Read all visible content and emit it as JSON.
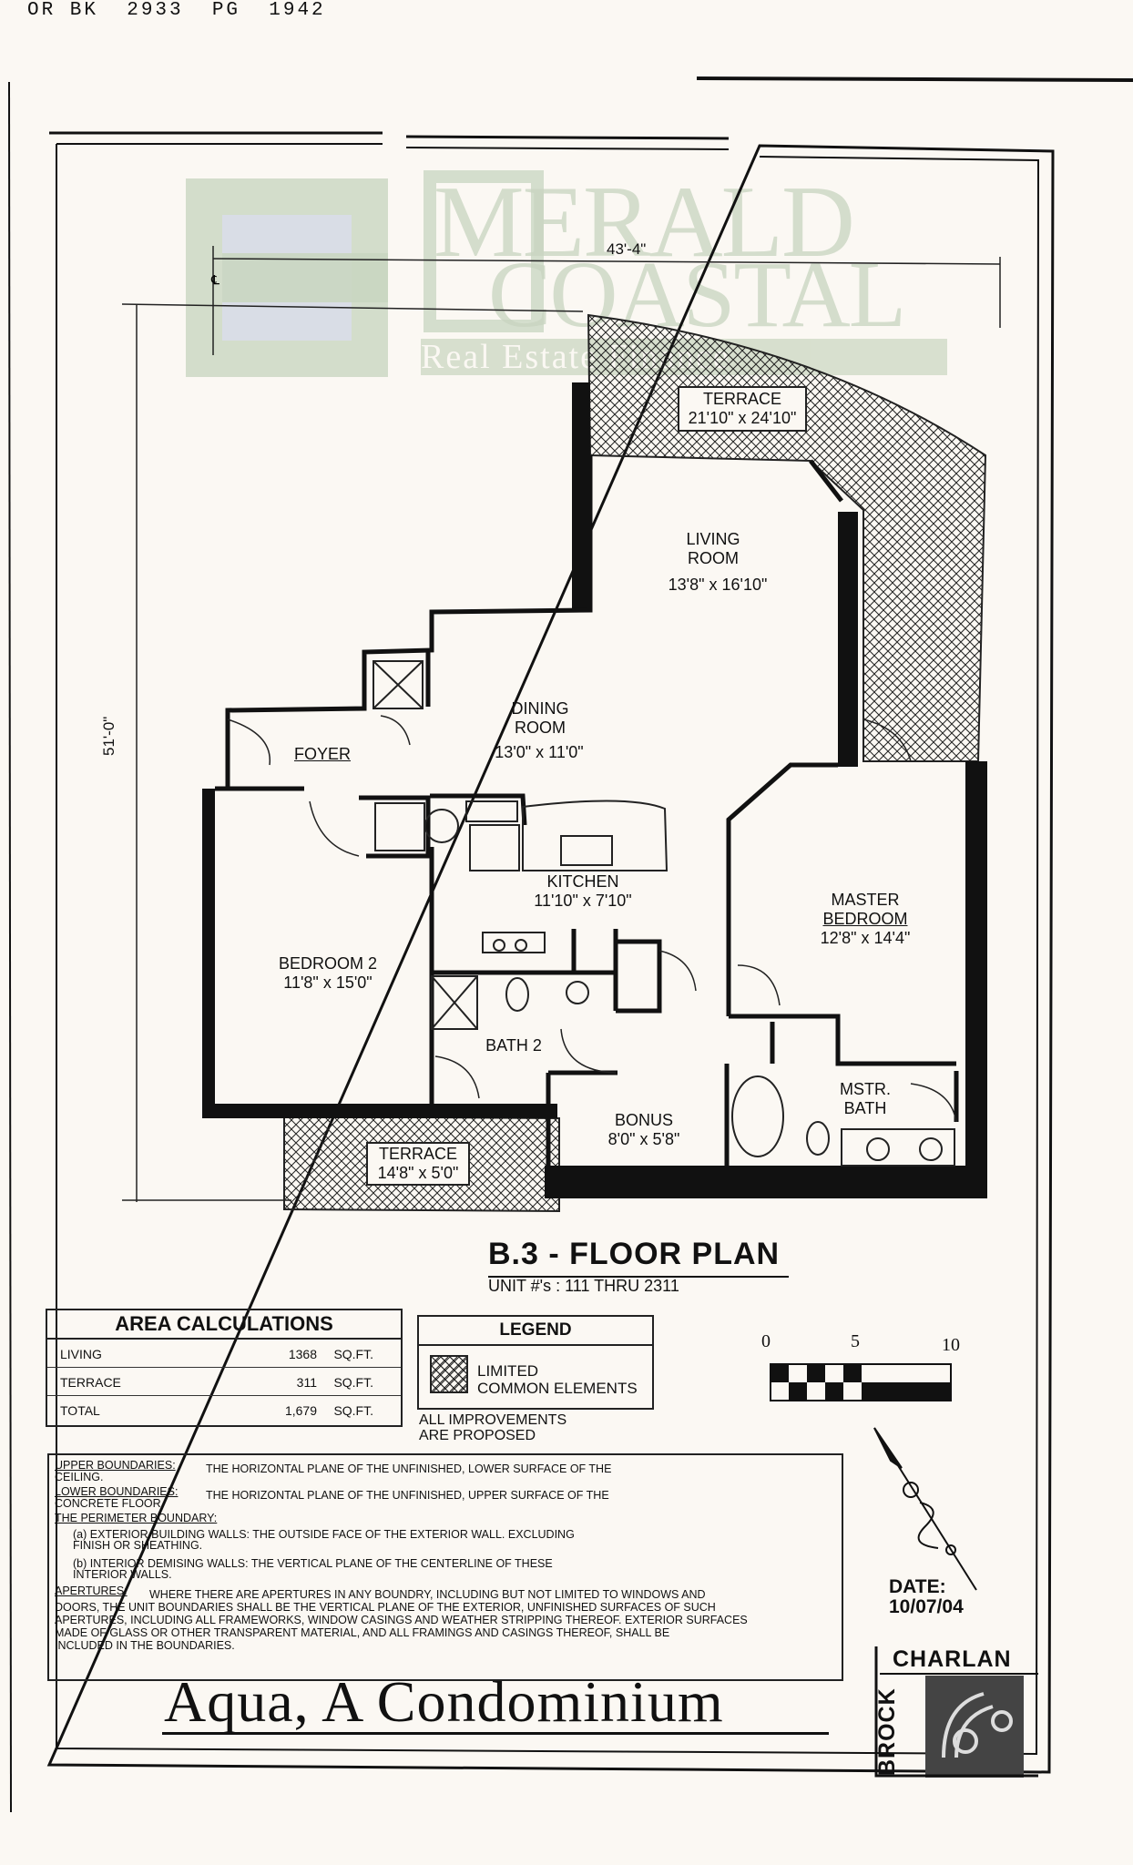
{
  "header": {
    "book_ref": "OR BK  2933  PG  1942"
  },
  "watermark": {
    "line1": "MERALD",
    "line2": "COASTAL",
    "line3": "Real Estate Finance"
  },
  "dimensions": {
    "width": "43'-4\"",
    "height": "51'-0\"",
    "cl_mark": "℄"
  },
  "rooms": {
    "terrace_main": {
      "name": "TERRACE",
      "size": "21'10\" x 24'10\""
    },
    "living": {
      "name1": "LIVING",
      "name2": "ROOM",
      "size": "13'8\" x 16'10\""
    },
    "dining": {
      "name1": "DINING",
      "name2": "ROOM",
      "size": "13'0\" x 11'0\""
    },
    "foyer": {
      "name": "FOYER"
    },
    "kitchen": {
      "name": "KITCHEN",
      "size": "11'10\" x 7'10\""
    },
    "master": {
      "name1": "MASTER",
      "name2": "BEDROOM",
      "size": "12'8\" x 14'4\""
    },
    "bedroom2": {
      "name": "BEDROOM 2",
      "size": "11'8\" x 15'0\""
    },
    "bath2": {
      "name": "BATH 2"
    },
    "bonus": {
      "name": "BONUS",
      "size": "8'0\" x 5'8\""
    },
    "mstr_bath": {
      "name1": "MSTR.",
      "name2": "BATH"
    },
    "terrace_small": {
      "name": "TERRACE",
      "size": "14'8\" x 5'0\""
    }
  },
  "plan": {
    "title": "B.3 - FLOOR PLAN",
    "units": "UNIT #'s : 111 THRU 2311"
  },
  "area_calculations": {
    "title": "AREA CALCULATIONS",
    "rows": [
      {
        "name": "LIVING",
        "value": "1368",
        "unit": "SQ.FT."
      },
      {
        "name": "TERRACE",
        "value": "311",
        "unit": "SQ.FT."
      },
      {
        "name": "TOTAL",
        "value": "1,679",
        "unit": "SQ.FT."
      }
    ]
  },
  "legend": {
    "title": "LEGEND",
    "line1": "LIMITED",
    "line2": "COMMON ELEMENTS"
  },
  "improvements": {
    "line1": "ALL IMPROVEMENTS",
    "line2": "ARE PROPOSED"
  },
  "scale": {
    "s0": "0",
    "s5": "5",
    "s10": "10"
  },
  "date": {
    "label": "DATE:",
    "value": "10/07/04"
  },
  "notes": {
    "upper_label": "UPPER BOUNDARIES:",
    "upper_text": "THE HORIZONTAL PLANE OF THE UNFINISHED, LOWER SURFACE OF THE",
    "upper_cont": "CEILING.",
    "lower_label": "LOWER BOUNDARIES:",
    "lower_text": "THE HORIZONTAL PLANE OF THE UNFINISHED, UPPER SURFACE OF THE",
    "lower_cont": "CONCRETE FLOOR.",
    "perim_label": "THE PERIMETER BOUNDARY:",
    "a_text": "(a) EXTERIOR BUILDING WALLS:  THE OUTSIDE FACE OF THE EXTERIOR WALL. EXCLUDING",
    "a_cont": "FINISH OR SHEATHING.",
    "b_text": "(b) INTERIOR DEMISING WALLS:  THE VERTICAL PLANE OF THE CENTERLINE OF THESE",
    "b_cont": "INTERIOR WALLS.",
    "apert_label": "APERTURES:",
    "apert_1": "WHERE THERE ARE APERTURES IN ANY BOUNDRY, INCLUDING BUT NOT LIMITED TO WINDOWS AND",
    "apert_2": "DOORS, THE UNIT BOUNDARIES SHALL BE THE VERTICAL PLANE OF THE EXTERIOR, UNFINISHED SURFACES OF SUCH",
    "apert_3": "APERTURES, INCLUDING ALL FRAMEWORKS, WINDOW CASINGS AND WEATHER STRIPPING THEREOF.  EXTERIOR SURFACES",
    "apert_4": "MADE OF GLASS OR OTHER TRANSPARENT MATERIAL, AND ALL FRAMINGS AND CASINGS THEREOF, SHALL BE",
    "apert_5": "INCLUDED IN THE BOUNDARIES."
  },
  "footer": {
    "title": "Aqua, A Condominium",
    "brand_top": "CHARLAN",
    "brand_side": "BROCK"
  }
}
